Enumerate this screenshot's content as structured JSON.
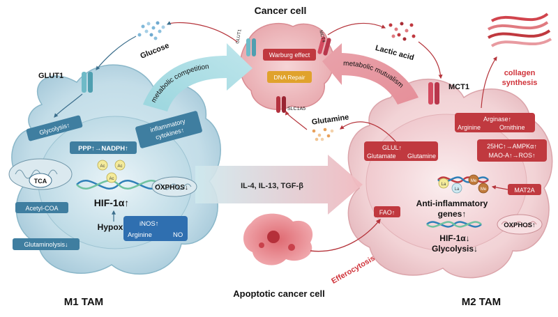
{
  "title": "Cancer cell",
  "cancer_cell": {
    "warburg": "Warburg effect",
    "dna_repair": "DNA Repair",
    "glut1": "GLUT1",
    "mct4": "MCT4",
    "slc1a5": "SLC1A5"
  },
  "metabolites": {
    "glucose": "Glucose",
    "lactic_acid": "Lactic acid",
    "glutamine": "Glutamine"
  },
  "arrows": {
    "competition": "metabolic competition",
    "mutualism": "metabolic mutualism",
    "cytokines": "IL-4, IL-13, TGF-β",
    "efferocytosis": "Efferocytosis"
  },
  "apoptotic": "Apoptotic cancer cell",
  "collagen": [
    "collagen",
    "synthesis"
  ],
  "m1": {
    "label": "M1 TAM",
    "glut1": "GLUT1",
    "glycolysis": "Glycolysis↑",
    "ppp": "PPP↑→NADPH↑",
    "inflammatory": [
      "inflammatory",
      "cytokines↑"
    ],
    "tca": "TCA",
    "acetyl": "Acetyl-COA",
    "hif": "HIF-1α↑",
    "hypoxia": "Hypoxia",
    "oxphos": "OXPHOS↓",
    "inos": "iNOS↑",
    "arginine": "Arginine",
    "no": "NO",
    "glutaminolysis": "Glutaminolysis↓",
    "ac": "Ac"
  },
  "m2": {
    "label": "M2 TAM",
    "mct1": "MCT1",
    "arginase": "Arginase↑",
    "arginine": "Arginine",
    "ornithine": "Ornithine",
    "glul": "GLUL↑",
    "glutamate": "Glutamate",
    "glutamine": "Glutamine",
    "hc": "25HC↑→AMPKα↑",
    "maoa": "MAO-A↑→ROS↑",
    "la": "La",
    "me": "Me",
    "mat2a": "MAT2A",
    "fao": "FAO↑",
    "anti": [
      "Anti-inflammatory",
      "genes↑"
    ],
    "oxphos": "OXPHOS↑",
    "hif": "HIF-1α↓",
    "glycolysis": "Glycolysis↓"
  },
  "colors": {
    "m1_blue": "#3f7ea0",
    "m2_red": "#c0393f",
    "arrow_cyan": "#8fd3dc",
    "arrow_pink": "#e59aa3",
    "label_red": "#d0343b"
  }
}
